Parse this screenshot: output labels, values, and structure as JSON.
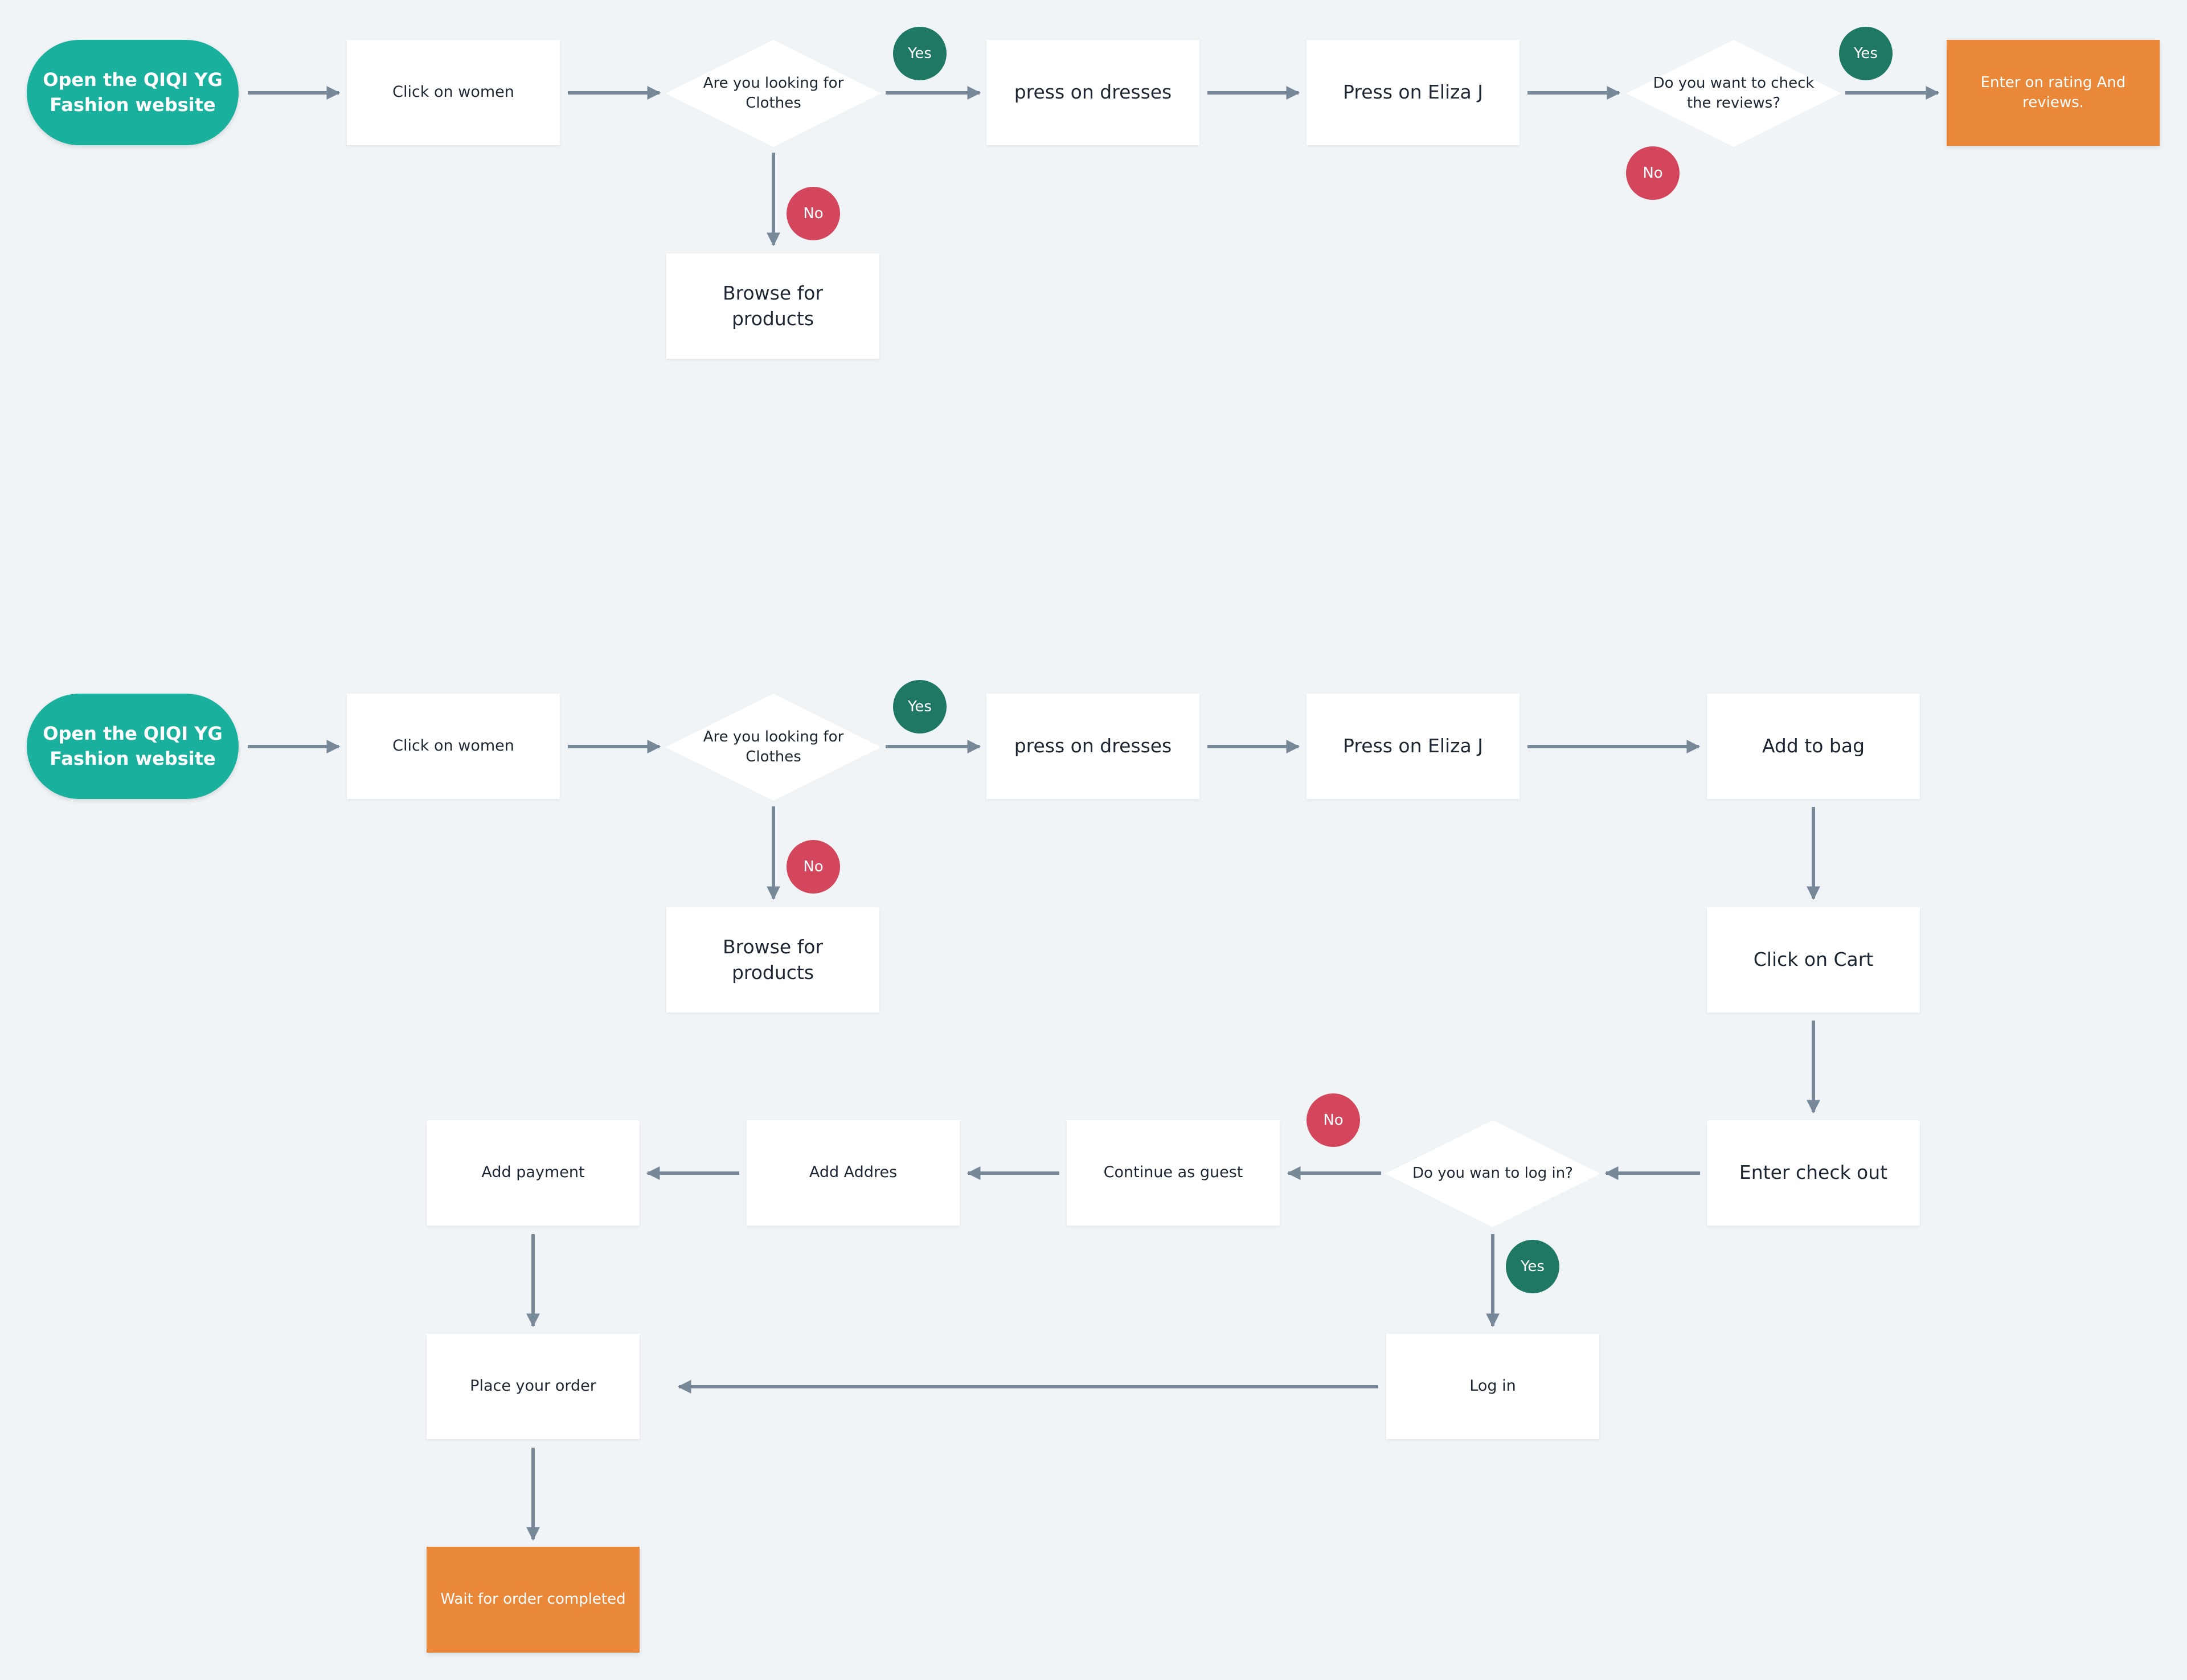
{
  "colors": {
    "background": "#f0f4f7",
    "process_fill": "#ffffff",
    "start_fill": "#19b09d",
    "end_fill": "#ea883a",
    "yes_badge": "#1f7863",
    "no_badge": "#d3465c",
    "connector": "#778899"
  },
  "flow1": {
    "start": "Open the QIQI YG Fashion website",
    "click_women": "Click on women",
    "q_clothes": "Are you looking for Clothes",
    "yes_clothes": "Yes",
    "no_clothes": "No",
    "browse": "Browse for products",
    "dresses": "press on dresses",
    "eliza": "Press on Eliza J",
    "q_reviews": "Do you want to check the reviews?",
    "yes_reviews": "Yes",
    "no_reviews": "No",
    "end_reviews": "Enter on rating And reviews."
  },
  "flow2": {
    "start": "Open the QIQI YG Fashion website",
    "click_women": "Click on women",
    "q_clothes": "Are you looking for Clothes",
    "yes_clothes": "Yes",
    "no_clothes": "No",
    "browse": "Browse for products",
    "dresses": "press on dresses",
    "eliza": "Press on Eliza J",
    "add_bag": "Add to bag",
    "click_cart": "Click on Cart",
    "checkout": "Enter check out",
    "q_login": "Do you wan to log in?",
    "no_login": "No",
    "yes_login": "Yes",
    "guest": "Continue as guest",
    "address": "Add Addres",
    "payment": "Add payment",
    "login": "Log in",
    "place_order": "Place your order",
    "end_order": "Wait for order completed"
  }
}
